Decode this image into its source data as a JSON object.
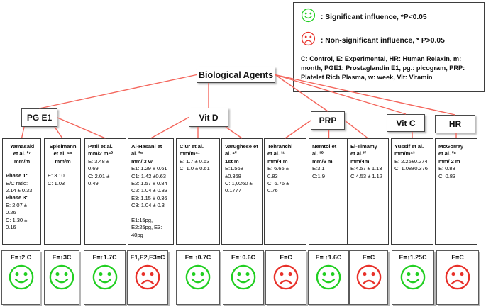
{
  "legend": {
    "significant": ": Significant influence, *P<0.05",
    "non_significant": ": Non-significant influence, * P>0.05",
    "abbreviations": "C: Control, E: Experimental, HR: Human Relaxin, m: month, PGE1: Prostaglandin E1, pg.: picogram, PRP: Platelet Rich Plasma, w: week, Vit: Vitamin"
  },
  "root_label": "Biological Agents",
  "categories": [
    {
      "id": "pge1",
      "label": "PG E1",
      "studies": [
        0,
        1,
        2
      ]
    },
    {
      "id": "vitd",
      "label": "Vit D",
      "studies": [
        3,
        4,
        5
      ]
    },
    {
      "id": "prp",
      "label": "PRP",
      "studies": [
        6,
        7,
        8
      ]
    },
    {
      "id": "vitc",
      "label": "Vit C",
      "studies": [
        9
      ]
    },
    {
      "id": "hr",
      "label": "HR",
      "studies": [
        10
      ]
    }
  ],
  "studies": [
    {
      "title": [
        "Yamasaki",
        "et al. ²⁷",
        "mm/m"
      ],
      "title_align": "center",
      "body": [
        {
          "t": "Phase 1:",
          "b": true
        },
        {
          "t": "E/C ratio:"
        },
        {
          "t": "2.14 ± 0.33"
        },
        {
          "t": "Phase 3:",
          "b": true
        },
        {
          "t": "E: 2.07 ±"
        },
        {
          "t": "0.26"
        },
        {
          "t": "C: 1.30 ±"
        },
        {
          "t": "0.16"
        }
      ]
    },
    {
      "title": [
        "Spielmann",
        "et al. ⁴⁶",
        "mm/m"
      ],
      "title_align": "center",
      "body": [
        {
          "t": "E: 3.10"
        },
        {
          "t": "C: 1.03"
        }
      ]
    },
    {
      "title": [
        "Patil et al.",
        "mm/2 m⁴⁰"
      ],
      "title_align": "left",
      "body": [
        {
          "t": "E: 3.48 ±"
        },
        {
          "t": "0.69"
        },
        {
          "t": "C: 2.01 ±"
        },
        {
          "t": "0.49"
        }
      ]
    },
    {
      "title": [
        "Al-Hasani et",
        "al. ²⁶",
        "mm/ 3 w"
      ],
      "title_align": "left",
      "body": [
        {
          "t": "E1: 1.29 ± 0.61"
        },
        {
          "t": "C1: 1.42 ±0.63"
        },
        {
          "t": "E2: 1.57 ± 0.84"
        },
        {
          "t": "C2: 1.04 ± 0.33"
        },
        {
          "t": "E3: 1.15 ± 0.36"
        },
        {
          "t": "C3: 1.04 ± 0.3"
        },
        {
          "t": ""
        },
        {
          "t": "E1:15pg,"
        },
        {
          "t": "E2:25pg, E3:"
        },
        {
          "t": "40pg"
        }
      ]
    },
    {
      "title": [
        "Ciur et al.",
        "mm/m⁴¹"
      ],
      "title_align": "left",
      "body": [
        {
          "t": "E: 1.7 ± 0.63"
        },
        {
          "t": "C: 1.0 ± 0.61"
        }
      ]
    },
    {
      "title": [
        "Varughese et",
        "al. ⁴²",
        "1st m"
      ],
      "title_align": "left",
      "body": [
        {
          "t": "E:1.568"
        },
        {
          "t": "±0.368"
        },
        {
          "t": "C: 1,0260 ±"
        },
        {
          "t": "0.1777"
        }
      ]
    },
    {
      "title": [
        "Tehranchi",
        "et al. ³¹",
        "mm/4 m"
      ],
      "title_align": "left",
      "body": [
        {
          "t": "E: 6.65 ±"
        },
        {
          "t": "0.83"
        },
        {
          "t": "C: 6.76 ±"
        },
        {
          "t": "0.76"
        }
      ]
    },
    {
      "title": [
        "Nemtoi et",
        "al. ³⁰",
        "mm/6 m"
      ],
      "title_align": "left",
      "body": [
        {
          "t": "E:3.1"
        },
        {
          "t": "C:1.9"
        }
      ]
    },
    {
      "title": [
        "El-Timamy",
        "et al.³²",
        "mm/4m"
      ],
      "title_align": "left",
      "body": [
        {
          "t": "E:4.57 ± 1.13"
        },
        {
          "t": "C:4.53 ± 1.12"
        }
      ]
    },
    {
      "title": [
        "Yussif et al.",
        "mm/m⁴³"
      ],
      "title_align": "left",
      "body": [
        {
          "t": "E: 2.25±0.274"
        },
        {
          "t": "C: 1.08±0.376"
        }
      ]
    },
    {
      "title": [
        "McGorray",
        "et al. ²⁸",
        "mm/ 2 m"
      ],
      "title_align": "left",
      "body": [
        {
          "t": "E: 0.83"
        },
        {
          "t": "C: 0.83"
        }
      ]
    }
  ],
  "results": [
    {
      "label": "E=↑2 C",
      "mood": "positive"
    },
    {
      "label": "E=↑3C",
      "mood": "positive"
    },
    {
      "label": "E=↑1.7C",
      "mood": "positive"
    },
    {
      "label": "E1,E2,E3=C",
      "mood": "negative"
    },
    {
      "label": "E= ↑0.7C",
      "mood": "positive"
    },
    {
      "label": "E=↑0.6C",
      "mood": "positive"
    },
    {
      "label": "E=C",
      "mood": "negative"
    },
    {
      "label": "E= ↑1.6C",
      "mood": "positive"
    },
    {
      "label": "E=C",
      "mood": "negative"
    },
    {
      "label": "E=↑1.25C",
      "mood": "positive"
    },
    {
      "label": "E=C",
      "mood": "negative"
    }
  ],
  "colors": {
    "positive": "#22cf22",
    "negative": "#e8312a",
    "connector": "#f4665c"
  }
}
